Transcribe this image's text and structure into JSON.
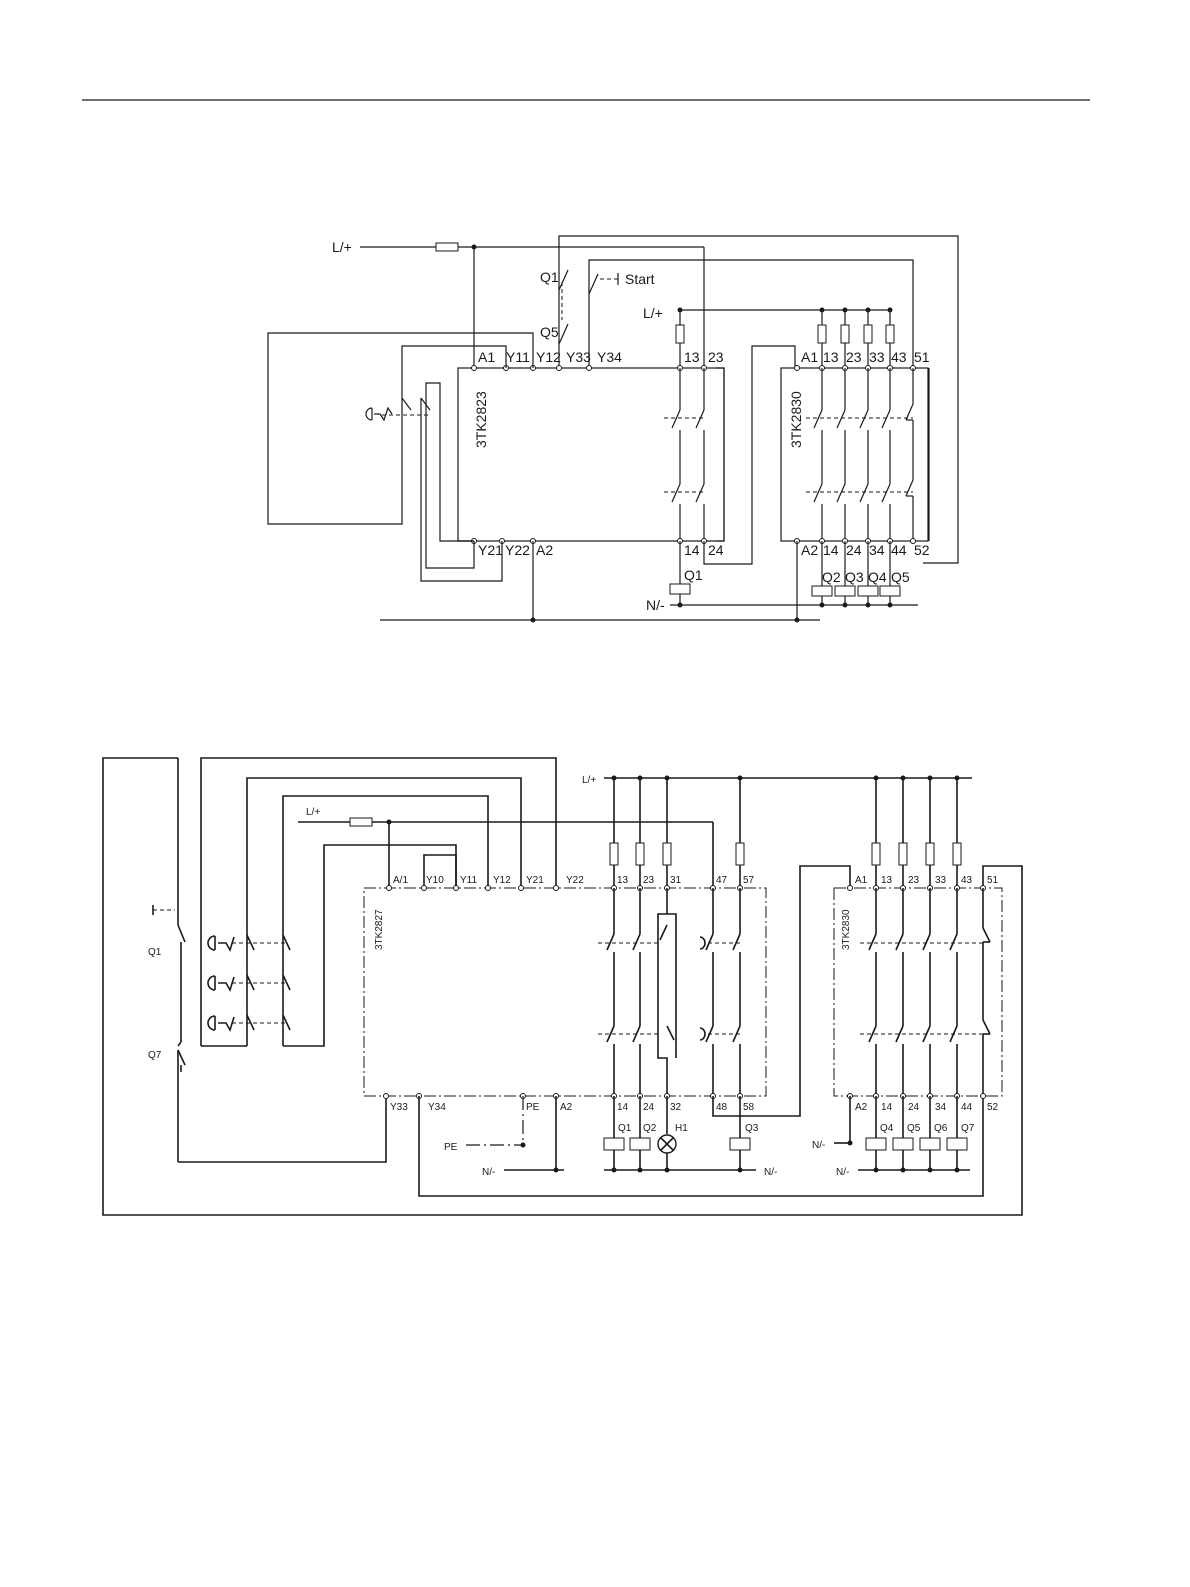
{
  "diagram1": {
    "supply": "L/+",
    "supply_out": "L/+",
    "neutral": "N/-",
    "relay_a": "3TK2823",
    "relay_b": "3TK2830",
    "start": "Start",
    "q1": "Q1",
    "q5": "Q5",
    "a_terms_top": [
      "A1",
      "Y11",
      "Y12",
      "Y33",
      "Y34",
      "13",
      "23"
    ],
    "a_terms_bottom": [
      "Y21",
      "Y22",
      "A2",
      "14",
      "24"
    ],
    "b_terms_top": [
      "A1",
      "13",
      "23",
      "33",
      "43",
      "51"
    ],
    "b_terms_bottom": [
      "A2",
      "14",
      "24",
      "34",
      "44",
      "52"
    ],
    "coils": [
      "Q1",
      "Q2",
      "Q3",
      "Q4",
      "Q5"
    ]
  },
  "diagram2": {
    "supply": "L/+",
    "supply_left": "L/+",
    "pe": "PE",
    "neutral": "N/-",
    "relay_a": "3TK2827",
    "relay_b": "3TK2830",
    "q1": "Q1",
    "q7": "Q7",
    "a_terms_top": [
      "A/1",
      "Y10",
      "Y11",
      "Y12",
      "Y21",
      "Y22",
      "13",
      "23",
      "31",
      "47",
      "57"
    ],
    "a_terms_bottom": [
      "Y33",
      "Y34",
      "PE",
      "A2",
      "14",
      "24",
      "32",
      "48",
      "58"
    ],
    "b_terms_top": [
      "A1",
      "13",
      "23",
      "33",
      "43",
      "51"
    ],
    "b_terms_bottom": [
      "A2",
      "14",
      "24",
      "34",
      "44",
      "52"
    ],
    "coils": [
      "Q1",
      "Q2",
      "H1",
      "Q3",
      "Q4",
      "Q5",
      "Q6",
      "Q7"
    ]
  }
}
